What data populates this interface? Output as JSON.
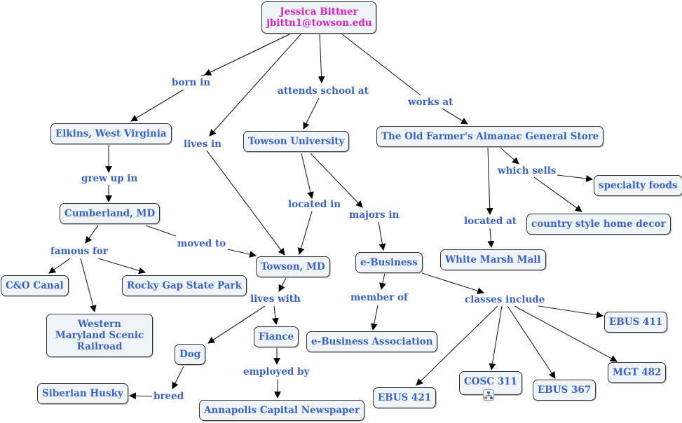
{
  "root": {
    "name": "Jessica Bittner",
    "email": "jbittn1@towson.edu"
  },
  "concepts": {
    "elkins": "Elkins, West Virginia",
    "cumberland": "Cumberland, MD",
    "co_canal": "C&O Canal",
    "rocky_gap": "Rocky Gap State Park",
    "railroad": "Western Maryland Scenic Railroad",
    "towson_u": "Towson University",
    "towson_md": "Towson, MD",
    "dog": "Dog",
    "husky": "Siberian Husky",
    "fiance": "Fiance",
    "newspaper": "Annapolis Capital Newspaper",
    "ebusiness": "e-Business",
    "eba": "e-Business Association",
    "store": "The Old Farmer's Almanac General Store",
    "specialty": "specialty foods",
    "decor": "country style home decor",
    "mall": "White Marsh Mall",
    "ebus411": "EBUS 411",
    "mgt482": "MGT 482",
    "ebus367": "EBUS 367",
    "cosc311": "COSC 311",
    "ebus421": "EBUS 421"
  },
  "links": {
    "born_in": "born in",
    "lives_in": "lives in",
    "attends": "attends school at",
    "works_at": "works at",
    "grew_up_in": "grew up in",
    "famous_for": "famous for",
    "moved_to": "moved to",
    "located_in": "located in",
    "majors_in": "majors in",
    "which_sells": "which sells",
    "located_at": "located at",
    "lives_with": "lives with",
    "member_of": "member of",
    "classes_include": "classes include",
    "employed_by": "employed by",
    "breed": "breed"
  },
  "icons": {
    "cosc311_attachment": "concept-map-submap-icon"
  },
  "colors": {
    "root_text": "#e020c8",
    "node_text": "#3a62c8",
    "node_fill": "#eef4f8"
  }
}
